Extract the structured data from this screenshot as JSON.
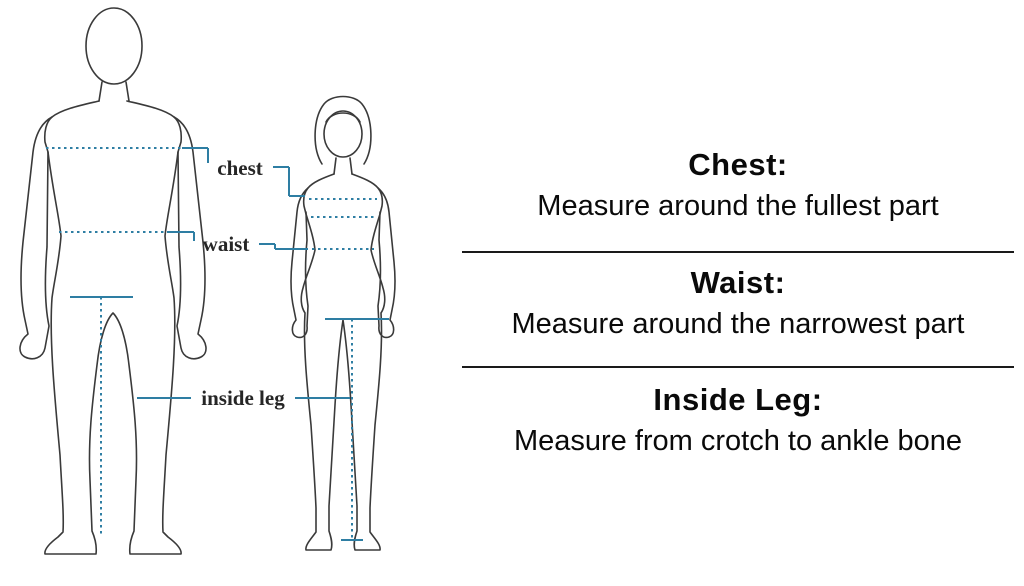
{
  "figure": {
    "labels": {
      "chest": "chest",
      "waist": "waist",
      "inside_leg": "inside leg"
    },
    "colors": {
      "outline": "#3a3a3a",
      "measure": "#2e7ea3",
      "label_text": "#262626",
      "divider": "#1a1a1a",
      "text": "#0a0a0a",
      "background": "#ffffff"
    }
  },
  "instructions": {
    "sections": [
      {
        "title": "Chest:",
        "body": "Measure around the fullest part"
      },
      {
        "title": "Waist:",
        "body": "Measure around the narrowest part"
      },
      {
        "title": "Inside Leg:",
        "body": "Measure from crotch to ankle bone"
      }
    ]
  }
}
